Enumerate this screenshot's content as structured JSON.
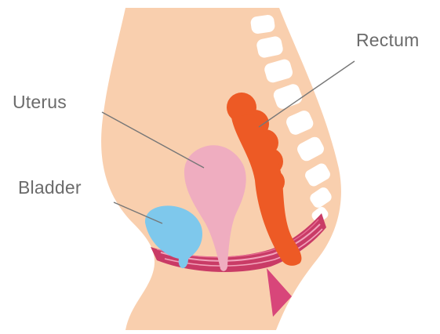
{
  "labels": {
    "rectum": "Rectum",
    "uterus": "Uterus",
    "bladder": "Bladder"
  },
  "colors": {
    "skin": "#f9cfae",
    "vertebra": "#ffffff",
    "rectum": "#ed5a25",
    "uterus": "#efadc0",
    "bladder": "#7ec8ec",
    "pelvic_floor": "#c93b66",
    "pelvic_floor_stripe": "#f2a3bb",
    "leader_line": "#777777",
    "label_text": "#6b6b6b"
  }
}
